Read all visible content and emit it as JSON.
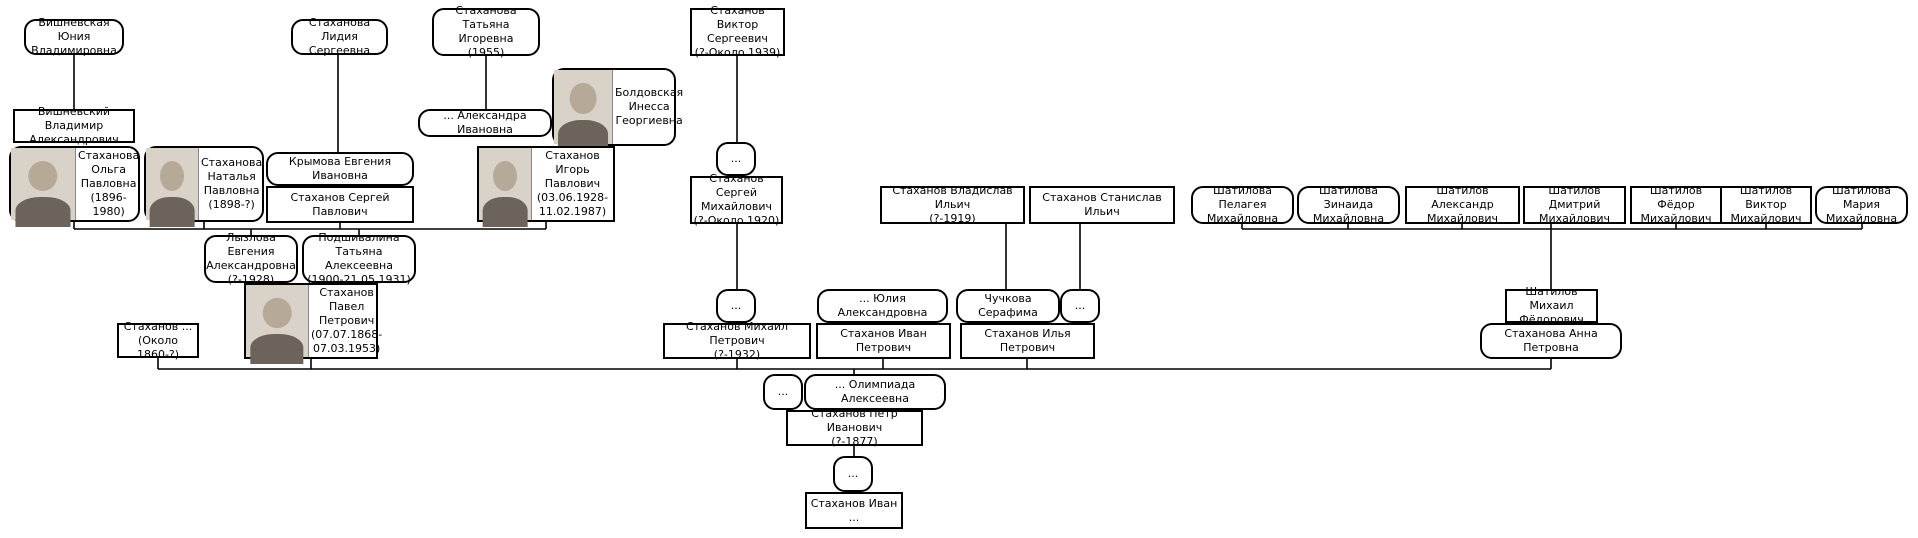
{
  "people": [
    {
      "id": "vishnevskaya-yuniya",
      "lines": [
        "Вишневская Юния",
        "Владимировна"
      ],
      "sex": "f"
    },
    {
      "id": "stakhanova-lidiya",
      "lines": [
        "Стаханова Лидия",
        "Сергеевна"
      ],
      "sex": "f"
    },
    {
      "id": "stakhanova-tatyana",
      "lines": [
        "Стаханова Татьяна",
        "Игоревна",
        "(1955)"
      ],
      "sex": "f"
    },
    {
      "id": "stakhanov-viktor-s",
      "lines": [
        "Стаханов Виктор",
        "Сергеевич",
        "(?-Около 1939)"
      ],
      "sex": "m"
    },
    {
      "id": "vishnevsky-vladimir",
      "lines": [
        "Вишневский Владимир",
        "Александрович"
      ],
      "sex": "m"
    },
    {
      "id": "aleksandra-ivanovna",
      "lines": [
        "... Александра Ивановна"
      ],
      "sex": "f"
    },
    {
      "id": "boldovskaya-inessa",
      "lines": [
        "Болдовская",
        "Инесса",
        "Георгиевна"
      ],
      "sex": "f",
      "photo": true
    },
    {
      "id": "stakhanova-olga",
      "lines": [
        "Стаханова",
        "Ольга",
        "Павловна",
        "(1896-1980)"
      ],
      "sex": "f",
      "photo": true
    },
    {
      "id": "stakhanova-natalya",
      "lines": [
        "Стаханова",
        "Наталья",
        "Павловна",
        "(1898-?)"
      ],
      "sex": "f",
      "photo": true
    },
    {
      "id": "krymova-evgeniya",
      "lines": [
        "Крымова Евгения Ивановна"
      ],
      "sex": "f"
    },
    {
      "id": "stakhanov-sergey-p",
      "lines": [
        "Стаханов Сергей Павлович"
      ],
      "sex": "m"
    },
    {
      "id": "stakhanov-igor",
      "lines": [
        "Стаханов Игорь",
        "Павлович",
        "(03.06.1928-",
        "11.02.1987)"
      ],
      "sex": "m",
      "photo": true
    },
    {
      "id": "unknown-1",
      "lines": [
        "..."
      ],
      "sex": "f"
    },
    {
      "id": "stakhanov-sergey-m",
      "lines": [
        "Стаханов Сергей",
        "Михайлович",
        "(?-Около 1920)"
      ],
      "sex": "m"
    },
    {
      "id": "stakhanov-vladislav",
      "lines": [
        "Стаханов Владислав Ильич",
        "(?-1919)"
      ],
      "sex": "m"
    },
    {
      "id": "stakhanov-stanislav",
      "lines": [
        "Стаханов Станислав Ильич"
      ],
      "sex": "m"
    },
    {
      "id": "shatilova-pelageya",
      "lines": [
        "Шатилова Пелагея",
        "Михайловна"
      ],
      "sex": "f"
    },
    {
      "id": "shatilova-zinaida",
      "lines": [
        "Шатилова Зинаида",
        "Михайловна"
      ],
      "sex": "f"
    },
    {
      "id": "shatilov-aleksandr",
      "lines": [
        "Шатилов Александр",
        "Михайлович"
      ],
      "sex": "m"
    },
    {
      "id": "shatilov-dmitry",
      "lines": [
        "Шатилов Дмитрий",
        "Михайлович"
      ],
      "sex": "m"
    },
    {
      "id": "shatilov-fedor",
      "lines": [
        "Шатилов Фёдор",
        "Михайлович"
      ],
      "sex": "m"
    },
    {
      "id": "shatilov-viktor",
      "lines": [
        "Шатилов Виктор",
        "Михайлович"
      ],
      "sex": "m"
    },
    {
      "id": "shatilova-mariya",
      "lines": [
        "Шатилова Мария",
        "Михайловна"
      ],
      "sex": "f"
    },
    {
      "id": "lyzlova-evgeniya",
      "lines": [
        "Лызлова Евгения",
        "Александровна",
        "(?-1928)"
      ],
      "sex": "f"
    },
    {
      "id": "podshivalina-tatyana",
      "lines": [
        "Подшивалина Татьяна",
        "Алексеевна",
        "(1900-21.05.1931)"
      ],
      "sex": "f"
    },
    {
      "id": "stakhanov-pavel",
      "lines": [
        "Стаханов",
        "Павел",
        "Петрович",
        "(07.07.1868-",
        "07.03.1953)"
      ],
      "sex": "m",
      "photo": true
    },
    {
      "id": "unknown-2",
      "lines": [
        "..."
      ],
      "sex": "f"
    },
    {
      "id": "yuliya-aleksandrovna",
      "lines": [
        "... Юлия Александровна"
      ],
      "sex": "f"
    },
    {
      "id": "chuchkova-serafima",
      "lines": [
        "Чучкова Серафима"
      ],
      "sex": "f"
    },
    {
      "id": "unknown-3",
      "lines": [
        "..."
      ],
      "sex": "f"
    },
    {
      "id": "shatilov-mikhail",
      "lines": [
        "Шатилов Михаил",
        "Фёдорович"
      ],
      "sex": "m"
    },
    {
      "id": "stakhanov-unknown",
      "lines": [
        "Стаханов ...",
        "(Около 1860-?)"
      ],
      "sex": "m"
    },
    {
      "id": "stakhanov-mikhail",
      "lines": [
        "Стаханов Михаил Петрович",
        "(?-1932)"
      ],
      "sex": "m"
    },
    {
      "id": "stakhanov-ivan-p",
      "lines": [
        "Стаханов Иван Петрович"
      ],
      "sex": "m"
    },
    {
      "id": "stakhanov-ilya",
      "lines": [
        "Стаханов Илья Петрович"
      ],
      "sex": "m"
    },
    {
      "id": "stakhanova-anna",
      "lines": [
        "Стаханова Анна Петровна"
      ],
      "sex": "f"
    },
    {
      "id": "unknown-4",
      "lines": [
        "..."
      ],
      "sex": "f"
    },
    {
      "id": "olimpiada-alekseevna",
      "lines": [
        "... Олимпиада Алексеевна"
      ],
      "sex": "f"
    },
    {
      "id": "stakhanov-petr",
      "lines": [
        "Стаханов Пётр Иванович",
        "(?-1877)"
      ],
      "sex": "m"
    },
    {
      "id": "unknown-5",
      "lines": [
        "..."
      ],
      "sex": "f"
    },
    {
      "id": "stakhanov-ivan",
      "lines": [
        "Стаханов Иван ..."
      ],
      "sex": "m"
    }
  ]
}
